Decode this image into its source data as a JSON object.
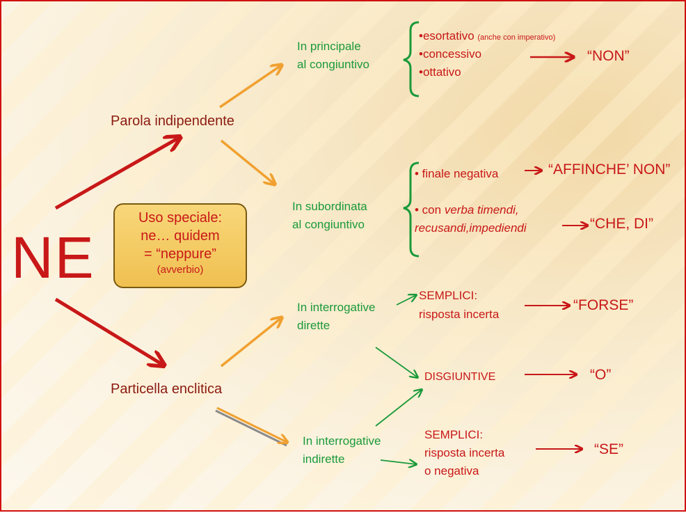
{
  "root": "NE",
  "branch_top": "Parola indipendente",
  "branch_bottom": "Particella enclitica",
  "special": {
    "line1": "Uso speciale:",
    "line2": "ne… quidem",
    "line3": "= “neppure”",
    "line4": "(avverbio)"
  },
  "principal": {
    "line1": "In principale",
    "line2": "al congiuntivo"
  },
  "principal_list": {
    "item1": "•esortativo",
    "item1_note": "(anche con imperativo)",
    "item2": "•concessivo",
    "item3": "•ottativo"
  },
  "result_non": "“NON”",
  "subordinate": {
    "line1": "In subordinata",
    "line2": "al congiuntivo"
  },
  "subordinate_list": {
    "item1": "• finale negativa",
    "item2_prefix": "• con ",
    "item2_italic": "verba timendi,",
    "item2_line2": "recusandi,impediendi"
  },
  "result_affinche": "“AFFINCHE’ NON”",
  "result_che_di": "“CHE, DI”",
  "direct": {
    "line1": "In interrogative",
    "line2": "dirette"
  },
  "indirect": {
    "line1": "In interrogative",
    "line2": "indirette"
  },
  "semplici_direct": {
    "line1": "SEMPLICI:",
    "line2": "risposta incerta"
  },
  "disgiuntive": "DISGIUNTIVE",
  "semplici_indirect": {
    "line1": "SEMPLICI:",
    "line2": "risposta incerta",
    "line3": "o negativa"
  },
  "result_forse": "“FORSE”",
  "result_o": "“O”",
  "result_se": "“SE”",
  "colors": {
    "dark_red": "#c81818",
    "green": "#1a9a3a",
    "orange": "#f0a030",
    "box": "#f5c860"
  }
}
